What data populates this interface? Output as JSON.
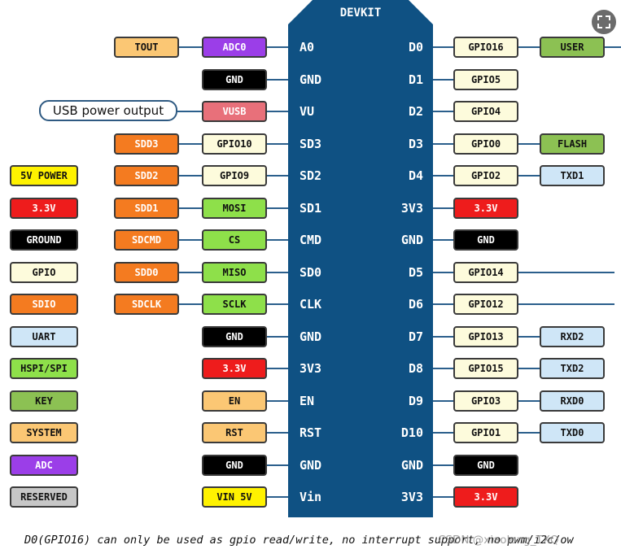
{
  "board": {
    "title": "DEVKIT",
    "left_pins": [
      "A0",
      "GND",
      "VU",
      "SD3",
      "SD2",
      "SD1",
      "CMD",
      "SD0",
      "CLK",
      "GND",
      "3V3",
      "EN",
      "RST",
      "GND",
      "Vin"
    ],
    "right_pins": [
      "D0",
      "D1",
      "D2",
      "D3",
      "D4",
      "3V3",
      "GND",
      "D5",
      "D6",
      "D7",
      "D8",
      "D9",
      "D10",
      "GND",
      "3V3"
    ]
  },
  "left_labels": [
    [
      {
        "text": "TOUT",
        "type": "system"
      },
      {
        "text": "ADC0",
        "type": "adc"
      }
    ],
    [
      {
        "text": "GND",
        "type": "ground"
      }
    ],
    [
      {
        "text": "VUSB",
        "type": "vusb"
      }
    ],
    [
      {
        "text": "SDD3",
        "type": "sdio"
      },
      {
        "text": "GPIO10",
        "type": "gpio"
      }
    ],
    [
      {
        "text": "SDD2",
        "type": "sdio"
      },
      {
        "text": "GPIO9",
        "type": "gpio"
      }
    ],
    [
      {
        "text": "SDD1",
        "type": "sdio"
      },
      {
        "text": "MOSI",
        "type": "hspi"
      }
    ],
    [
      {
        "text": "SDCMD",
        "type": "sdio"
      },
      {
        "text": "CS",
        "type": "hspi"
      }
    ],
    [
      {
        "text": "SDD0",
        "type": "sdio"
      },
      {
        "text": "MISO",
        "type": "hspi"
      }
    ],
    [
      {
        "text": "SDCLK",
        "type": "sdio"
      },
      {
        "text": "SCLK",
        "type": "hspi"
      }
    ],
    [
      {
        "text": "GND",
        "type": "ground"
      }
    ],
    [
      {
        "text": "3.3V",
        "type": "power33"
      }
    ],
    [
      {
        "text": "EN",
        "type": "system"
      }
    ],
    [
      {
        "text": "RST",
        "type": "system"
      }
    ],
    [
      {
        "text": "GND",
        "type": "ground"
      }
    ],
    [
      {
        "text": "VIN 5V",
        "type": "power5"
      }
    ]
  ],
  "right_labels": [
    [
      {
        "text": "GPIO16",
        "type": "gpio"
      },
      {
        "text": "USER",
        "type": "key"
      }
    ],
    [
      {
        "text": "GPIO5",
        "type": "gpio"
      }
    ],
    [
      {
        "text": "GPIO4",
        "type": "gpio"
      }
    ],
    [
      {
        "text": "GPIO0",
        "type": "gpio"
      },
      {
        "text": "FLASH",
        "type": "key"
      }
    ],
    [
      {
        "text": "GPIO2",
        "type": "gpio"
      },
      {
        "text": "TXD1",
        "type": "uart"
      }
    ],
    [
      {
        "text": "3.3V",
        "type": "power33"
      }
    ],
    [
      {
        "text": "GND",
        "type": "ground"
      }
    ],
    [
      {
        "text": "GPIO14",
        "type": "gpio"
      }
    ],
    [
      {
        "text": "GPIO12",
        "type": "gpio"
      }
    ],
    [
      {
        "text": "GPIO13",
        "type": "gpio"
      },
      {
        "text": "RXD2",
        "type": "uart"
      }
    ],
    [
      {
        "text": "GPIO15",
        "type": "gpio"
      },
      {
        "text": "TXD2",
        "type": "uart"
      }
    ],
    [
      {
        "text": "GPIO3",
        "type": "gpio"
      },
      {
        "text": "RXD0",
        "type": "uart"
      }
    ],
    [
      {
        "text": "GPIO1",
        "type": "gpio"
      },
      {
        "text": "TXD0",
        "type": "uart"
      }
    ],
    [
      {
        "text": "GND",
        "type": "ground"
      }
    ],
    [
      {
        "text": "3.3V",
        "type": "power33"
      }
    ]
  ],
  "usb_power_output": "USB power output",
  "legend": [
    {
      "text": "5V POWER",
      "type": "power5"
    },
    {
      "text": "3.3V",
      "type": "power33"
    },
    {
      "text": "GROUND",
      "type": "ground"
    },
    {
      "text": "GPIO",
      "type": "gpio"
    },
    {
      "text": "SDIO",
      "type": "sdio"
    },
    {
      "text": "UART",
      "type": "uart"
    },
    {
      "text": "HSPI/SPI",
      "type": "hspi"
    },
    {
      "text": "KEY",
      "type": "key"
    },
    {
      "text": "SYSTEM",
      "type": "system"
    },
    {
      "text": "ADC",
      "type": "adc"
    },
    {
      "text": "RESERVED",
      "type": "reserved"
    }
  ],
  "colors": {
    "power5": {
      "bg": "#fff200",
      "fg": "#111111"
    },
    "power33": {
      "bg": "#ee1c1c",
      "fg": "#ffffff"
    },
    "ground": {
      "bg": "#000000",
      "fg": "#ffffff"
    },
    "gpio": {
      "bg": "#fdfbdc",
      "fg": "#111111"
    },
    "sdio": {
      "bg": "#f47b20",
      "fg": "#ffffff"
    },
    "uart": {
      "bg": "#cfe6f7",
      "fg": "#111111"
    },
    "hspi": {
      "bg": "#8ee04a",
      "fg": "#111111"
    },
    "key": {
      "bg": "#8cc153",
      "fg": "#111111"
    },
    "system": {
      "bg": "#fbc774",
      "fg": "#111111"
    },
    "adc": {
      "bg": "#9b3ee8",
      "fg": "#ffffff"
    },
    "reserved": {
      "bg": "#c7c7c7",
      "fg": "#111111"
    },
    "vusb": {
      "bg": "#e8707a",
      "fg": "#ffffff"
    },
    "board": "#0f5183",
    "wire": "#2b5f8c"
  },
  "footnote": "D0(GPIO16) can only be used as gpio read/write, no interrupt support, no pwm/i2c/ow",
  "watermark": "CSDN @xiaolong_TXQ",
  "expand_icon": "expand-icon"
}
